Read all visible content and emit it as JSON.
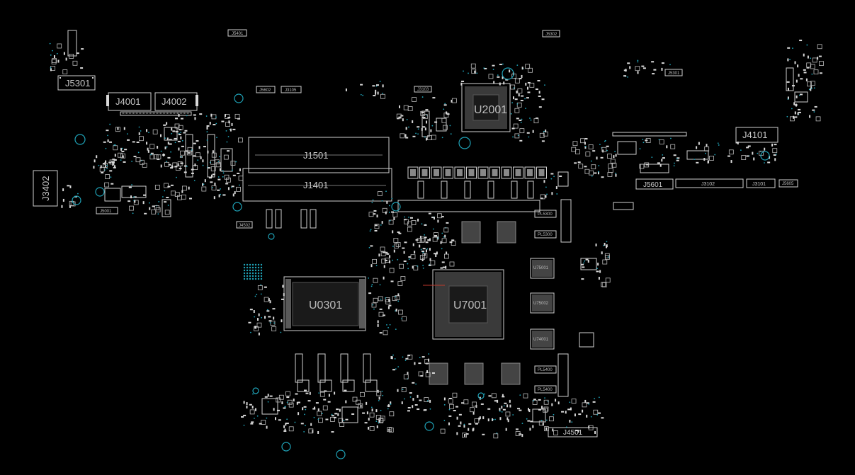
{
  "colors": {
    "background": "#000000",
    "silkscreen": "#d0d0d0",
    "via": "#1fa3b8",
    "marker": "#c0392b"
  },
  "connectors": {
    "j5301": "J5301",
    "j4001": "J4001",
    "j4002": "J4002",
    "j1501": "J1501",
    "j1401": "J1401",
    "j3402": "J3402",
    "j4101": "J4101",
    "j5601": "J5601",
    "j3102": "J3102",
    "j3101": "J3101",
    "j4501": "J4501",
    "j5401": "J5401",
    "j5302": "J5302",
    "j5602": "J5602",
    "j3105": "J3105",
    "j3103": "J3103",
    "j5001": "J5001",
    "j4502": "J4502",
    "j5301s": "J5301",
    "j5605": "J5605"
  },
  "chips": {
    "u0301": "U0301",
    "u7001": "U7001",
    "u2001": "U2001"
  },
  "inductors": {
    "pl5300a": "PL5300",
    "pl5300b": "PL5300",
    "pl5400a": "PL5400",
    "pl5400b": "PL5400"
  },
  "memory": {
    "u7500": "U75001",
    "u7501": "U75002",
    "u7400": "U74001"
  }
}
